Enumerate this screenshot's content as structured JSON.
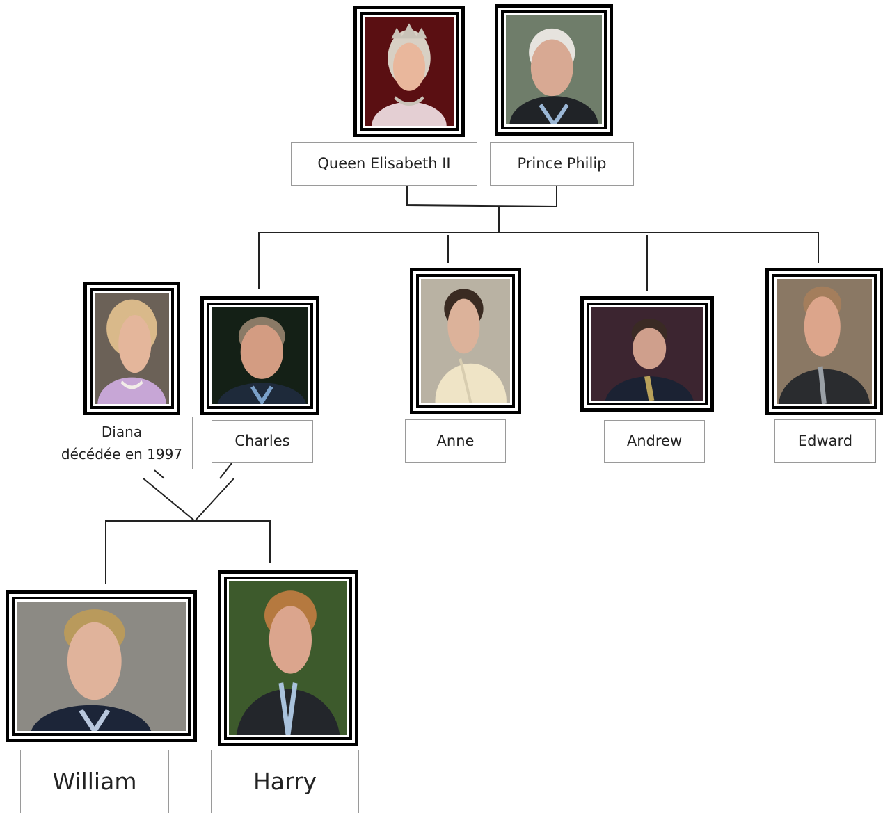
{
  "title": "",
  "people": {
    "elizabeth": {
      "name": "Queen Elisabeth II",
      "colors": {
        "bg": "#5a0f12",
        "skin": "#e9b79c",
        "hair": "#d8d0c4",
        "clothes": "#e4cfd3",
        "accent": "#c9c3b8"
      }
    },
    "philip": {
      "name": "Prince Philip",
      "colors": {
        "bg": "#6f7d6a",
        "skin": "#d8a993",
        "hair": "#e6e3de",
        "clothes": "#202327",
        "accent": "#9bb7d6"
      }
    },
    "diana": {
      "name_line1": "Diana",
      "name_line2": "décédée en 1997",
      "colors": {
        "bg": "#6b6157",
        "skin": "#e4b69b",
        "hair": "#d9b98a",
        "clothes": "#c7a6d6",
        "accent": "#f2ede8"
      }
    },
    "charles": {
      "name": "Charles",
      "colors": {
        "bg": "#142016",
        "skin": "#d39c82",
        "hair": "#8a7a66",
        "clothes": "#1e2a3a",
        "accent": "#7aa0c8"
      }
    },
    "anne": {
      "name": "Anne",
      "colors": {
        "bg": "#b9b2a3",
        "skin": "#dcb29a",
        "hair": "#3a2b22",
        "clothes": "#efe4c6",
        "accent": "#d8cdb0"
      }
    },
    "andrew": {
      "name": "Andrew",
      "colors": {
        "bg": "#3c2530",
        "skin": "#cf9f8c",
        "hair": "#3a2a24",
        "clothes": "#1b2233",
        "accent": "#b9a15a"
      }
    },
    "edward": {
      "name": "Edward",
      "colors": {
        "bg": "#8a7864",
        "skin": "#dca58b",
        "hair": "#a47e5c",
        "clothes": "#2a2c2f",
        "accent": "#9aa0a6"
      }
    },
    "william": {
      "name": "William",
      "colors": {
        "bg": "#8c8a84",
        "skin": "#e0b39b",
        "hair": "#b99a5c",
        "clothes": "#1c2538",
        "accent": "#b8c7dd"
      }
    },
    "harry": {
      "name": "Harry",
      "colors": {
        "bg": "#3d5a2c",
        "skin": "#dba58d",
        "hair": "#b5793f",
        "clothes": "#23262b",
        "accent": "#a9c2dc"
      }
    }
  },
  "line_color": "#222222"
}
